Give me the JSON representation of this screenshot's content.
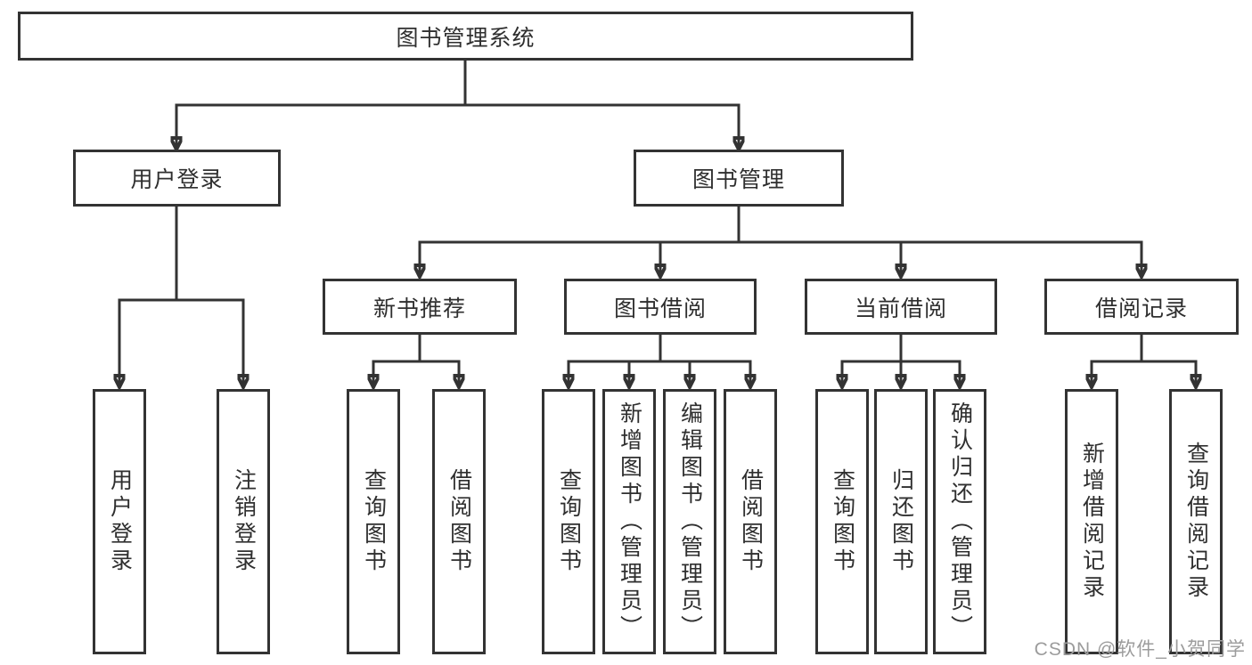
{
  "diagram": {
    "title": "图书管理系统",
    "nodes": {
      "root": {
        "label": "图书管理系统"
      },
      "l2": [
        {
          "label": "用户登录"
        },
        {
          "label": "图书管理"
        }
      ],
      "l3": [
        {
          "label": "新书推荐",
          "parent": "图书管理"
        },
        {
          "label": "图书借阅",
          "parent": "图书管理"
        },
        {
          "label": "当前借阅",
          "parent": "图书管理"
        },
        {
          "label": "借阅记录",
          "parent": "图书管理"
        }
      ],
      "l4": [
        {
          "label": "用户登录",
          "parent": "用户登录"
        },
        {
          "label": "注销登录",
          "parent": "用户登录"
        },
        {
          "label": "查询图书",
          "parent": "新书推荐"
        },
        {
          "label": "借阅图书",
          "parent": "新书推荐"
        },
        {
          "label": "查询图书",
          "parent": "图书借阅"
        },
        {
          "label": "新增图书（管理员）",
          "parent": "图书借阅"
        },
        {
          "label": "编辑图书（管理员）",
          "parent": "图书借阅"
        },
        {
          "label": "借阅图书",
          "parent": "图书借阅"
        },
        {
          "label": "查询图书",
          "parent": "当前借阅"
        },
        {
          "label": "归还图书",
          "parent": "当前借阅"
        },
        {
          "label": "确认归还（管理员）",
          "parent": "当前借阅"
        },
        {
          "label": "新增借阅记录",
          "parent": "借阅记录"
        },
        {
          "label": "查询借阅记录",
          "parent": "借阅记录"
        }
      ]
    }
  },
  "watermark": {
    "text": "CSDN @软件_小贺同学"
  },
  "colors": {
    "line": "#333333",
    "box_border": "#333333",
    "box_fill": "#ffffff",
    "text": "#2f2f2f",
    "watermark": "#9c9c9c",
    "background": "#ffffff"
  }
}
